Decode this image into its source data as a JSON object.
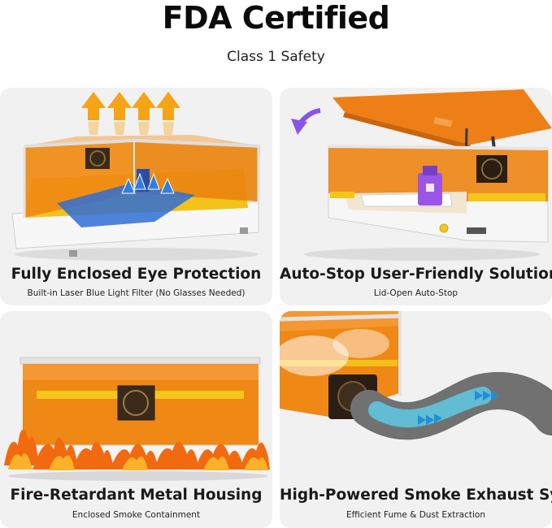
{
  "header": {
    "title": "FDA Certified",
    "subtitle": "Class 1 Safety"
  },
  "features": [
    {
      "title": "Fully Enclosed Eye Protection",
      "subtitle": "Built-in Laser Blue Light Filter (No Glasses Needed)"
    },
    {
      "title": "Auto-Stop User-Friendly Solution",
      "subtitle": "Lid-Open Auto-Stop"
    },
    {
      "title": "Fire-Retardant Metal Housing",
      "subtitle": "Enclosed Smoke Containment"
    },
    {
      "title": "High-Powered Smoke Exhaust System",
      "subtitle": "Efficient Fume & Dust Extraction"
    }
  ],
  "colors": {
    "acrylic_orange": "#f08a12",
    "accent_yellow": "#f5c61a",
    "blue_light": "#2f7fe0",
    "purple_arrow": "#8a55e6",
    "card_bg": "#f1f1f1",
    "flame": "#f26a0f",
    "airflow_cyan": "#5fd0ee"
  }
}
